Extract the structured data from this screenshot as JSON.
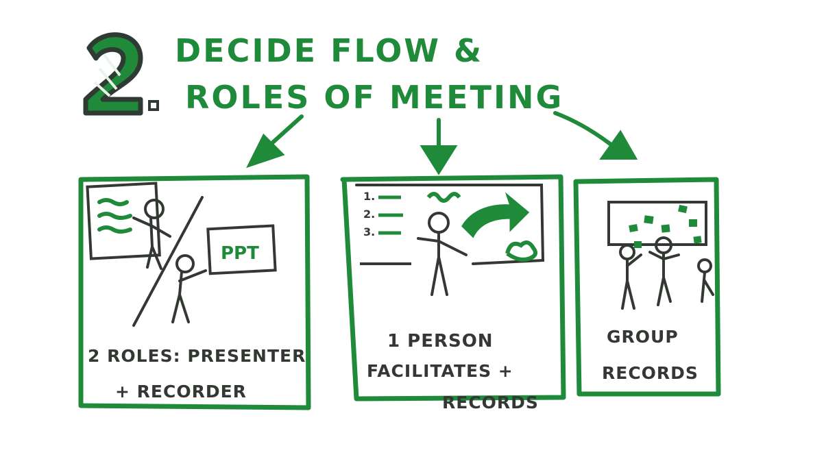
{
  "title": {
    "number": "2",
    "number_suffix": ".",
    "line1": "DECIDE FLOW &",
    "line2": "ROLES OF MEETING"
  },
  "panels": [
    {
      "id": "left",
      "caption_line1": "2 ROLES: PRESENTER",
      "caption_line2": "+ RECORDER",
      "screen_label": "PPT"
    },
    {
      "id": "middle",
      "caption_line1": "1 PERSON",
      "caption_line2": "FACILITATES +",
      "caption_line3": "RECORDS",
      "list_markers": [
        "1.",
        "2.",
        "3."
      ]
    },
    {
      "id": "right",
      "caption_line1": "GROUP",
      "caption_line2": "RECORDS"
    }
  ],
  "colors": {
    "green": "#1f8a3a",
    "dark": "#333833",
    "background": "#ffffff"
  }
}
